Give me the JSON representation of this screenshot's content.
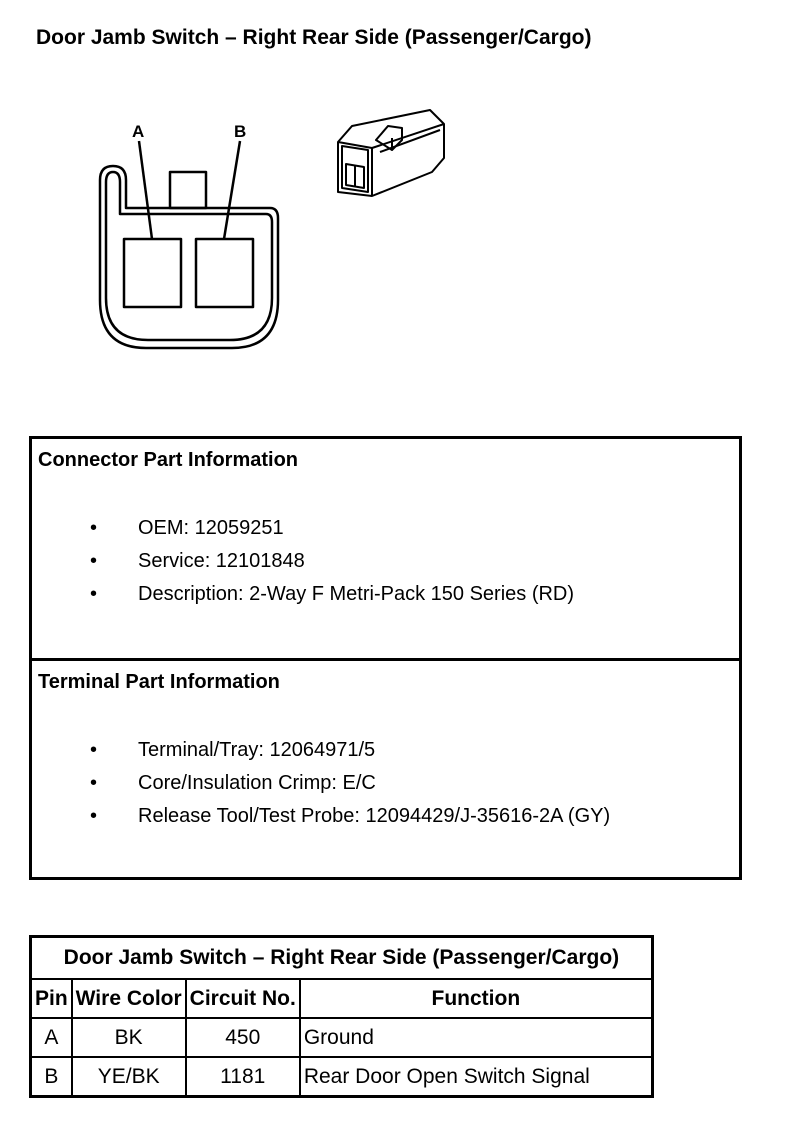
{
  "page_title": "Door Jamb Switch – Right Rear Side (Passenger/Cargo)",
  "connector_view": {
    "pin_labels": [
      "A",
      "B"
    ]
  },
  "connector_info": {
    "heading": "Connector Part Information",
    "items": [
      "OEM: 12059251",
      "Service: 12101848",
      "Description: 2-Way F Metri-Pack 150 Series (RD)"
    ]
  },
  "terminal_info": {
    "heading": "Terminal Part Information",
    "items": [
      "Terminal/Tray: 12064971/5",
      "Core/Insulation Crimp: E/C",
      "Release Tool/Test Probe: 12094429/J-35616-2A (GY)"
    ]
  },
  "bullet_char": "•",
  "pin_table": {
    "caption": "Door Jamb Switch – Right Rear Side (Passenger/Cargo)",
    "headers": [
      "Pin",
      "Wire Color",
      "Circuit No.",
      "Function"
    ],
    "rows": [
      [
        "A",
        "BK",
        "450",
        "Ground"
      ],
      [
        "B",
        "YE/BK",
        "1181",
        "Rear Door Open Switch Signal"
      ]
    ]
  }
}
